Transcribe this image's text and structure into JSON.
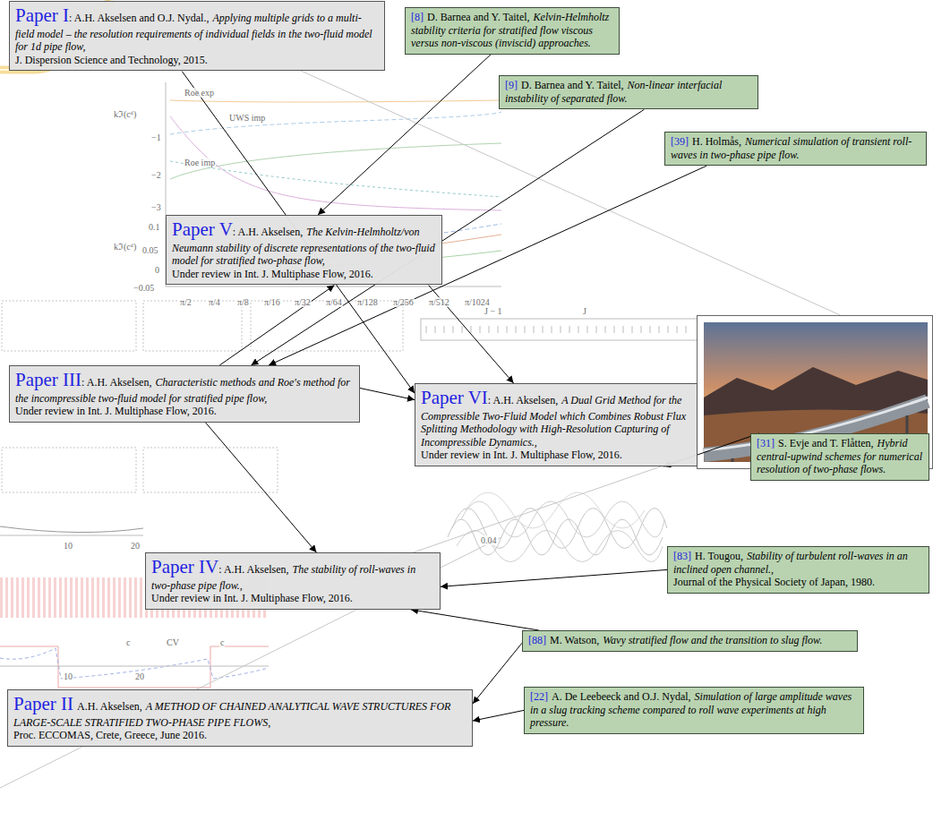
{
  "diagram": {
    "nodes": [
      {
        "text": [
          "Paper I",
          ": A.H. Akselsen and O.J. Nydal.,",
          "Applying multiple grids to a multi-field model – the resolution requirements of individual fields in the two-fluid model for 1d pipe flow,",
          "J. Dispersion Science and Technology, 2015."
        ]
      },
      {
        "text": [
          "[8]",
          "D. Barnea and Y. Taitel,",
          "Kelvin-Helmholtz stability criteria for stratified flow viscous versus non-viscous (inviscid) approaches."
        ]
      },
      {
        "text": [
          "[9]",
          "D. Barnea and Y. Taitel,",
          "Non-linear interfacial instability of separated flow."
        ]
      },
      {
        "text": [
          "[39]",
          "H. Holmås,",
          "Numerical simulation of transient roll-waves in two-phase pipe flow."
        ]
      },
      {
        "text": [
          "Paper V",
          ": A.H. Akselsen,",
          "The Kelvin-Helmholtz/von Neumann stability of discrete representations of the two-fluid model for stratified two-phase flow,",
          "Under review in Int. J. Multiphase Flow, 2016."
        ]
      },
      {
        "text": [
          "Paper III",
          ": A.H. Akselsen,",
          "Characteristic methods and Roe's method for the incompressible two-fluid model for stratified pipe flow,",
          "Under review in Int. J. Multiphase Flow, 2016."
        ]
      },
      {
        "text": [
          "Paper VI",
          ": A.H. Akselsen,",
          "A Dual Grid Method for the Compressible Two-Fluid Model which Combines Robust Flux Splitting Methodology with High-Resolution Capturing of Incompressible Dynamics.,",
          "Under review in Int. J. Multiphase Flow, 2016."
        ]
      },
      {
        "text": [
          "[31]",
          "S. Evje and T. Flåtten,",
          "Hybrid central-upwind schemes for numerical resolution of two-phase flows."
        ]
      },
      {
        "text": [
          "[83]",
          "H. Tougou,",
          "Stability of turbulent roll-waves in an inclined open channel.,",
          "Journal of the Physical Society of Japan, 1980."
        ]
      },
      {
        "text": [
          "Paper IV",
          ": A.H. Akselsen,",
          "The stability of roll-waves in two-phase pipe flow.,",
          "Under review in Int. J. Multiphase Flow, 2016."
        ]
      },
      {
        "text": [
          "[88]",
          "M. Watson,",
          "Wavy stratified flow and the transition to slug flow."
        ]
      },
      {
        "text": [
          "Paper II",
          "A.H. Akselsen,",
          "A METHOD OF CHAINED ANALYTICAL WAVE STRUCTURES FOR LARGE-SCALE STRATIFIED TWO-PHASE PIPE FLOWS,",
          "Proc. ECCOMAS, Crete, Greece, June 2016."
        ]
      },
      {
        "text": [
          "[22]",
          "A. De Leebeeck and O.J. Nydal,",
          "Simulation of large amplitude waves in a slug tracking scheme compared to roll wave experiments at high pressure."
        ]
      }
    ],
    "edges": [
      {
        "from": 1,
        "to": 4,
        "arrow": "to"
      },
      {
        "from": 2,
        "to": 5,
        "arrow": "to"
      },
      {
        "from": 3,
        "to": 5,
        "arrow": "to"
      },
      {
        "from": 0,
        "to": 6,
        "arrow": "to"
      },
      {
        "from": 5,
        "to": 4,
        "arrow": "to"
      },
      {
        "from": 4,
        "to": 6,
        "arrow": "to"
      },
      {
        "from": 5,
        "to": 6,
        "arrow": "to"
      },
      {
        "from": 5,
        "to": 9,
        "arrow": "to"
      },
      {
        "from": 7,
        "to": 6,
        "arrow": "to"
      },
      {
        "from": 8,
        "to": 9,
        "arrow": "to"
      },
      {
        "from": 10,
        "to": 9,
        "arrow": "to"
      },
      {
        "from": 10,
        "to": 11,
        "arrow": "to"
      },
      {
        "from": 12,
        "to": 11,
        "arrow": "to"
      }
    ],
    "labels": [
      "kℑ(cᵈ)",
      "−1",
      "−2",
      "−3",
      "Roe exp",
      "UWS imp",
      "Roe imp",
      "kℑ(cᵈ)",
      "0.1",
      "0.05",
      "0",
      "−0.05",
      "π/2",
      "π/4",
      "π/8",
      "π/16",
      "π/32",
      "π/64",
      "π/128",
      "π/256",
      "π/512",
      "π/1024",
      "J − 1",
      "J",
      "0.04",
      "10",
      "20",
      "c",
      "CV",
      "c",
      "10",
      "20"
    ]
  }
}
